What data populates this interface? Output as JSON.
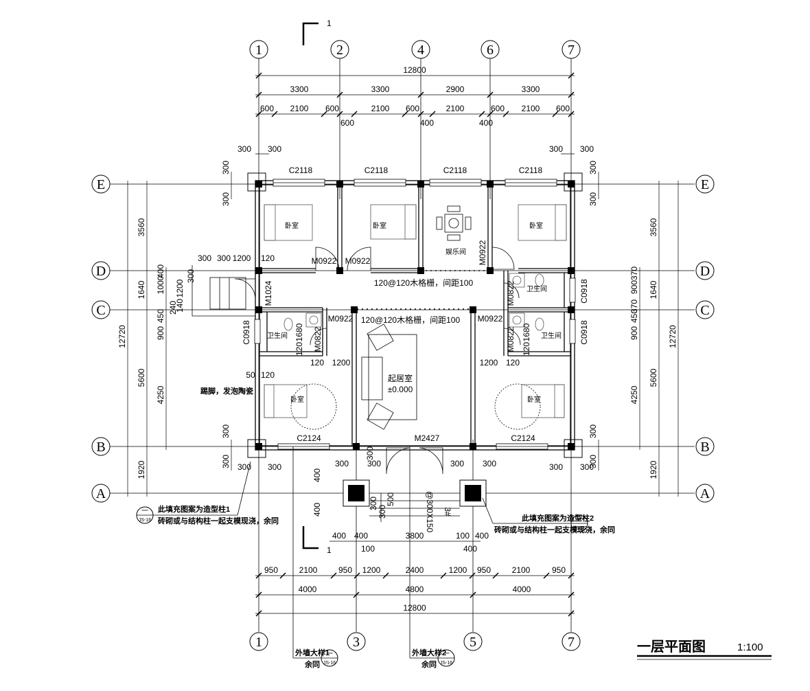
{
  "title": "一层平面图",
  "scale": "1:100",
  "section_mark": "1",
  "axes_top": [
    "1",
    "2",
    "4",
    "6",
    "7"
  ],
  "axes_bottom": [
    "1",
    "3",
    "5",
    "7"
  ],
  "axes_rows": [
    "E",
    "D",
    "C",
    "B",
    "A"
  ],
  "dims_top": {
    "total": "12800",
    "row2": [
      "3300",
      "3300",
      "2900",
      "3300"
    ],
    "row3": [
      "600",
      "2100",
      "600",
      "2100",
      "600",
      "2100",
      "600",
      "2100",
      "600"
    ],
    "row3_sub": [
      "600",
      "400",
      "400"
    ],
    "corner": [
      "300",
      "300",
      "300",
      "300"
    ]
  },
  "dims_bottom": {
    "row1": [
      "950",
      "2100",
      "950",
      "1200",
      "2400",
      "1200",
      "950",
      "2100",
      "950"
    ],
    "row2": [
      "4000",
      "4800",
      "4000"
    ],
    "total": "12800",
    "porch": [
      "400",
      "400",
      "3800",
      "100",
      "400",
      "100",
      "400"
    ]
  },
  "dims_left": {
    "total": "12720",
    "main": [
      "3560",
      "1640",
      "5600",
      "1920"
    ],
    "inner": [
      "300",
      "300",
      "1000",
      "400",
      "900",
      "450",
      "4250",
      "300",
      "300"
    ],
    "misc": [
      "140",
      "1200",
      "300",
      "240",
      "50",
      "120"
    ]
  },
  "dims_right": {
    "total": "12720",
    "main": [
      "3560",
      "1640",
      "5600",
      "1920"
    ],
    "inner": [
      "300",
      "300",
      "900",
      "370",
      "370",
      "900",
      "450",
      "4250",
      "300",
      "300"
    ]
  },
  "rooms": {
    "bedroom": "卧室",
    "entertainment": "娱乐间",
    "bathroom": "卫生间",
    "living": "起居室",
    "level": "±0.000",
    "step_note": "踢脚，发泡陶瓷"
  },
  "windows": {
    "top": "C2118",
    "bottom": "C2124",
    "side": "C0918"
  },
  "doors": {
    "m0922": "M0922",
    "m1024": "M1024",
    "m0822": "M0822",
    "m2427": "M2427"
  },
  "notes": {
    "grille1": "120@120木格栅，间距100",
    "grille2": "120@120木格栅，间距100",
    "col1_line1": "此填充图案为造型柱1",
    "col1_line2": "砖砌或与结构柱一起支模现浇，余同",
    "col2_line1": "此填充图案为造型柱2",
    "col2_line2": "砖砌或与结构柱一起支模现浇，余同",
    "wall1": "外墙大样1",
    "wall2": "外墙大样2",
    "same": "余同",
    "ref": "JS-16",
    "porch_step": "@300X150",
    "porch_n": "3#",
    "misc": [
      "1200",
      "120",
      "1680",
      "120",
      "1200",
      "120",
      "1680",
      "120",
      "300",
      "500",
      "300",
      "300"
    ]
  }
}
